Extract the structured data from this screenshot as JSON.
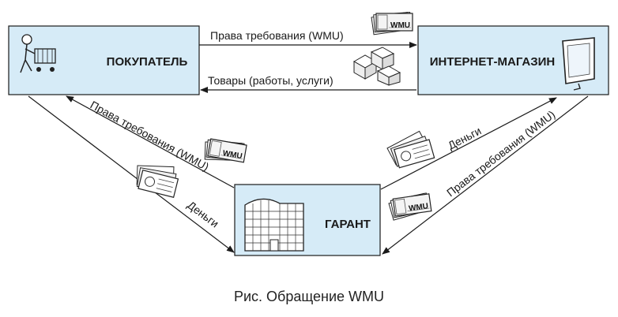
{
  "nodes": {
    "buyer": {
      "label": "ПОКУПАТЕЛЬ"
    },
    "shop": {
      "label": "ИНТЕРНЕТ-МАГАЗИН"
    },
    "guarantor": {
      "label": "ГАРАНТ"
    }
  },
  "edges": {
    "buyer_to_shop": "Права требования (WMU)",
    "shop_to_buyer": "Товары (работы, услуги)",
    "guarantor_to_buyer": "Права требования (WMU)",
    "buyer_to_guarantor": "Деньги",
    "guarantor_to_shop": "Деньги",
    "shop_to_guarantor": "Права требования (WMU)"
  },
  "wmu_stamp": "WMU",
  "caption": "Рис. Обращение WMU",
  "colors": {
    "box_fill": "#d6ebf7",
    "box_stroke": "#1a1a1a",
    "line": "#1a1a1a"
  }
}
